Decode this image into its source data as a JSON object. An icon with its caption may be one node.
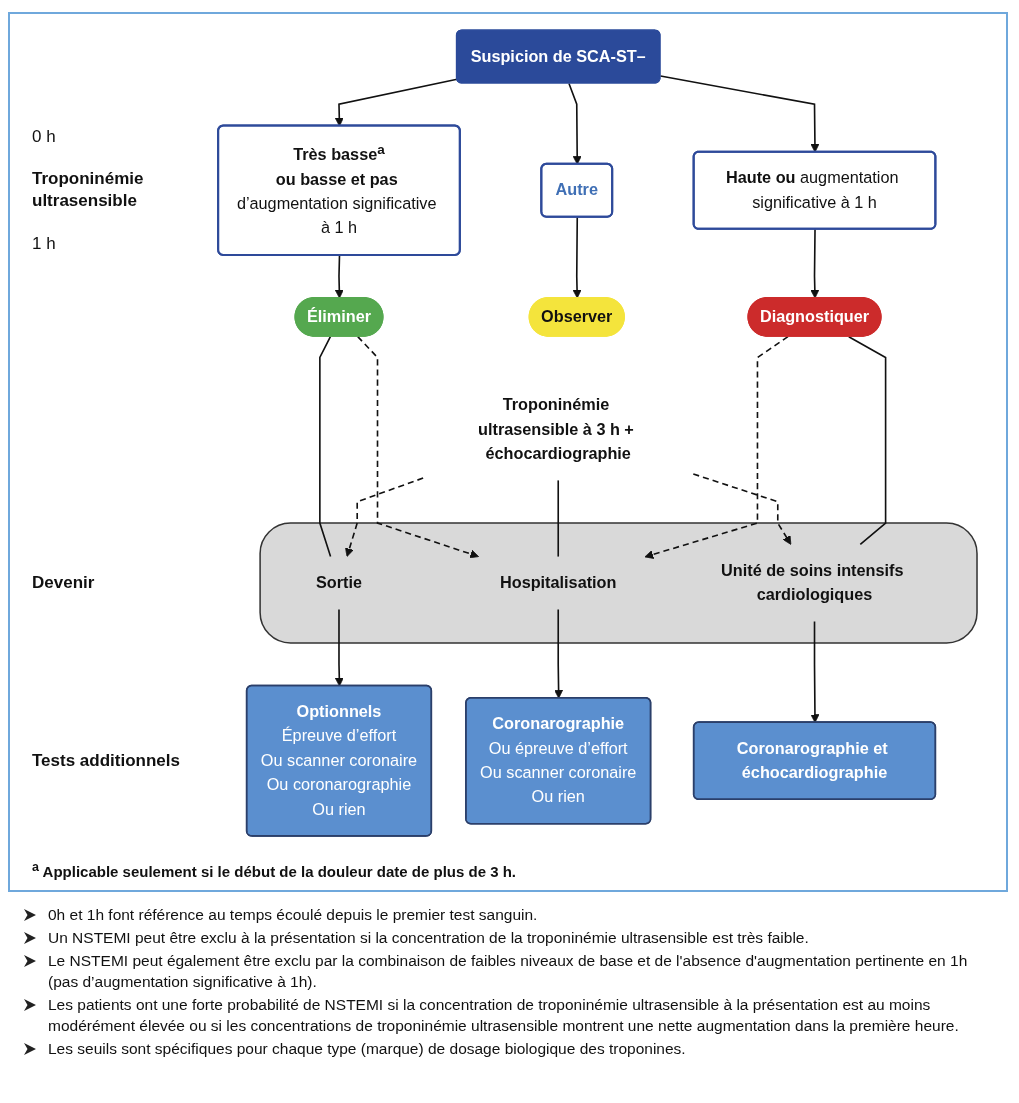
{
  "diagram": {
    "nodes": [
      {
        "text": [
          "Suspicion de SCA-ST–"
        ]
      },
      {
        "text": [
          "Très basse$^{a}$",
          "**ou basse et pas** d’augmentation significative à 1 h"
        ]
      },
      {
        "text": [
          "Autre"
        ]
      },
      {
        "text": [
          "**Haute ou** augmentation significative à 1 h"
        ]
      },
      {
        "text": [
          "Éliminer"
        ]
      },
      {
        "text": [
          "Observer"
        ]
      },
      {
        "text": [
          "Diagnostiquer"
        ]
      },
      {
        "text": [
          "Troponinémie ultrasensible à 3 h + échocardiographie"
        ]
      },
      {
        "text": [],
        "shape": "bar"
      },
      {
        "text": [
          "Sortie"
        ],
        "in": 8
      },
      {
        "text": [
          "Hospitalisation"
        ],
        "in": 8
      },
      {
        "text": [
          "Unité de soins intensifs cardiologiques"
        ],
        "in": 8
      },
      {
        "text": [
          "Optionnels",
          "Épreuve d’effort",
          "Ou scanner coronaire",
          "Ou coronarographie",
          "Ou rien"
        ]
      },
      {
        "text": [
          "Coronarographie",
          "Ou épreuve d’effort",
          "Ou scanner coronaire",
          "Ou rien"
        ]
      },
      {
        "text": [
          "Coronarographie et échocardiographie"
        ]
      }
    ],
    "edges": [
      {
        "from": 0,
        "to": 1,
        "arrow": "to"
      },
      {
        "from": 0,
        "to": 2,
        "arrow": "to"
      },
      {
        "from": 0,
        "to": 3,
        "arrow": "to"
      },
      {
        "from": 1,
        "to": 4,
        "arrow": "to"
      },
      {
        "from": 2,
        "to": 5,
        "arrow": "to"
      },
      {
        "from": 3,
        "to": 6,
        "arrow": "to"
      },
      {
        "from": 4,
        "to": 9,
        "arrow": "none"
      },
      {
        "from": 4,
        "to": 10,
        "arrow": "to",
        "style": "dashed"
      },
      {
        "from": 7,
        "to": 9,
        "arrow": "to",
        "style": "dashed"
      },
      {
        "from": 7,
        "to": 10,
        "arrow": "none"
      },
      {
        "from": 7,
        "to": 11,
        "arrow": "to",
        "style": "dashed"
      },
      {
        "from": 6,
        "to": 10,
        "arrow": "to",
        "style": "dashed"
      },
      {
        "from": 6,
        "to": 11,
        "arrow": "none"
      },
      {
        "from": 9,
        "to": 12,
        "arrow": "to"
      },
      {
        "from": 10,
        "to": 13,
        "arrow": "to"
      },
      {
        "from": 11,
        "to": 14,
        "arrow": "to"
      }
    ],
    "labels": [
      "0 h",
      "Troponinémie ultrasensible",
      "1 h",
      "Devenir",
      "Tests additionnels",
      "$^{a}$ Applicable seulement si le début de la douleur date de plus de 3 h.",
      "0h et 1h font référence au temps écoulé depuis le premier test sanguin.",
      "Un NSTEMI peut être exclu à la présentation si la concentration de la troponinémie ultrasensible est très faible.",
      "Le NSTEMI peut également être exclu par la combinaison de faibles niveaux de base et de l'absence d'augmentation pertinente en 1h (pas d’augmentation significative à 1h).",
      "Les patients ont une forte probabilité de NSTEMI si la concentration de troponinémie ultrasensible à la présentation est au moins modérément élevée ou si les concentrations de troponinémie ultrasensible montrent une nette augmentation dans la première heure.",
      "Les seuils sont spécifiques pour chaque type (marque) de dosage biologique des troponines."
    ]
  }
}
